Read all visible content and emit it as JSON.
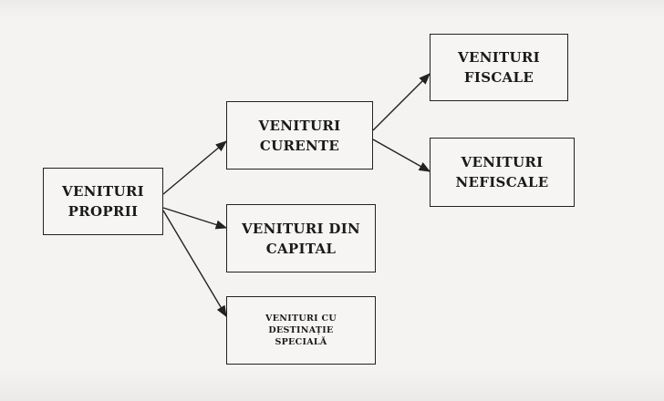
{
  "diagram": {
    "nodes": {
      "proprii": [
        "VENITURI",
        "PROPRII"
      ],
      "curente": [
        "VENITURI",
        "CURENTE"
      ],
      "fiscale": [
        "VENITURI",
        "FISCALE"
      ],
      "nefiscale": [
        "VENITURI",
        "NEFISCALE"
      ],
      "capital": [
        "VENITURI DIN",
        "CAPITAL"
      ],
      "speciala": [
        "VENITURI CU",
        "DESTINAȚIE",
        "SPECIALĂ"
      ]
    },
    "edges": [
      {
        "from": "proprii",
        "to": "curente"
      },
      {
        "from": "proprii",
        "to": "capital"
      },
      {
        "from": "proprii",
        "to": "speciala"
      },
      {
        "from": "curente",
        "to": "fiscale"
      },
      {
        "from": "curente",
        "to": "nefiscale"
      }
    ]
  }
}
